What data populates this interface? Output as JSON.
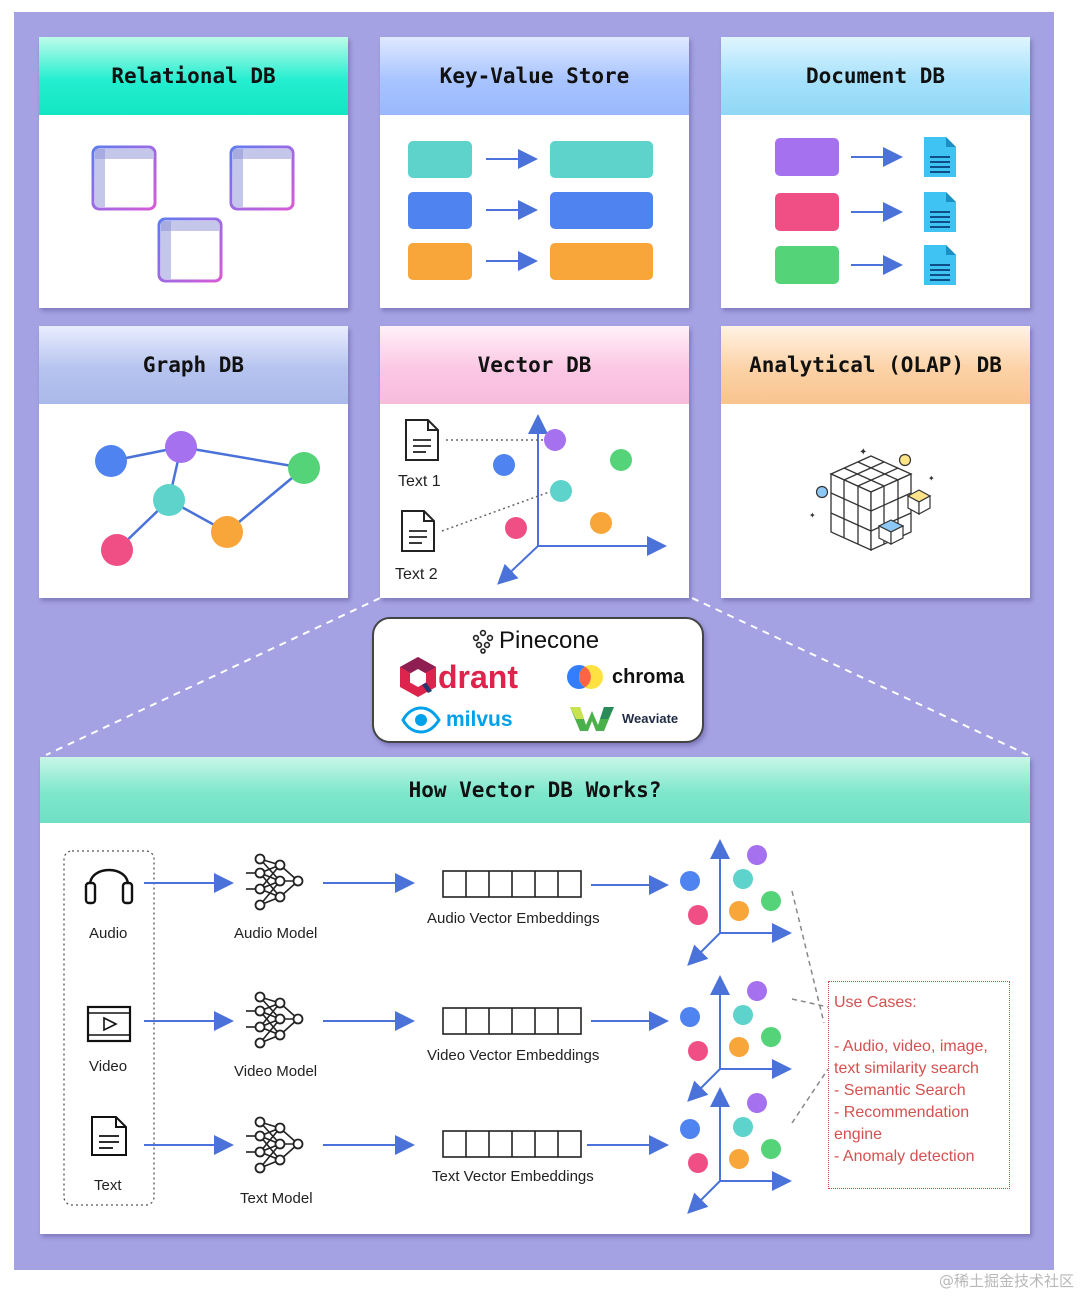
{
  "cards": {
    "relational": "Relational DB",
    "key_value": "Key-Value Store",
    "document": "Document DB",
    "graph": "Graph DB",
    "vector": "Vector DB",
    "olap": "Analytical (OLAP) DB"
  },
  "vector_card": {
    "text1": "Text 1",
    "text2": "Text 2"
  },
  "vendors": {
    "pinecone": "Pinecone",
    "qdrant": "drant",
    "chroma": "chroma",
    "milvus": "milvus",
    "weaviate": "Weaviate"
  },
  "how_it_works": {
    "title": "How Vector DB Works?",
    "inputs": [
      "Audio",
      "Video",
      "Text"
    ],
    "models": [
      "Audio Model",
      "Video Model",
      "Text Model"
    ],
    "embeddings": [
      "Audio Vector Embeddings",
      "Video Vector Embeddings",
      "Text Vector Embeddings"
    ],
    "use_cases": {
      "title": "Use Cases:",
      "items": [
        "- Audio, video, image, text similarity search",
        "- Semantic Search",
        "- Recommendation engine",
        "- Anomaly detection"
      ]
    }
  },
  "watermark": "@稀土掘金技术社区",
  "colors": {
    "background": "#a4a2e3",
    "arrow": "#4a72d8",
    "teal": "#5ed3cb",
    "blue": "#4f83ef",
    "orange": "#f8a53a",
    "purple": "#a571ee",
    "pink": "#f04f86",
    "green": "#55d378",
    "use_case_text": "#d5504f"
  }
}
